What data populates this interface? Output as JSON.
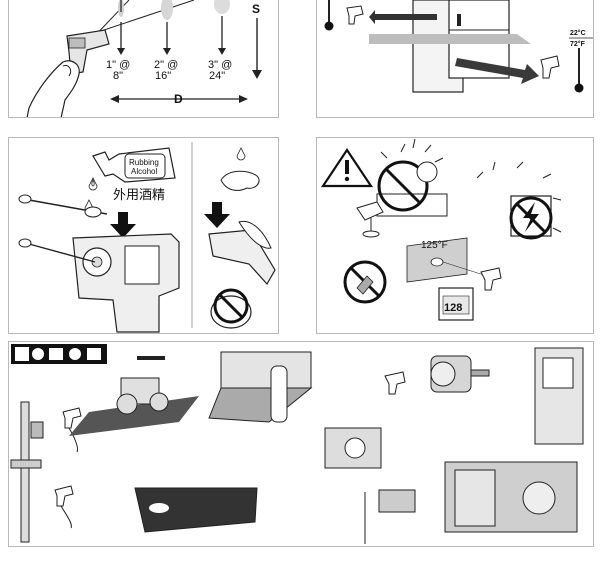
{
  "distance_diagram": {
    "spot1": "1\" @",
    "dist1": "8\"",
    "spot2": "2\" @",
    "dist2": "16\"",
    "spot3": "3\" @",
    "dist3": "24\"",
    "s_label": "S",
    "d_label": "D"
  },
  "temperature_panel": {
    "temp_c": "22°C",
    "temp_f": "72°F"
  },
  "cleaning_panel": {
    "bottle_line1": "Rubbing",
    "bottle_line2": "Alcohol",
    "chinese_label": "外用酒精"
  },
  "warning_panel": {
    "temp_label": "125°F",
    "display_reading": "128"
  }
}
